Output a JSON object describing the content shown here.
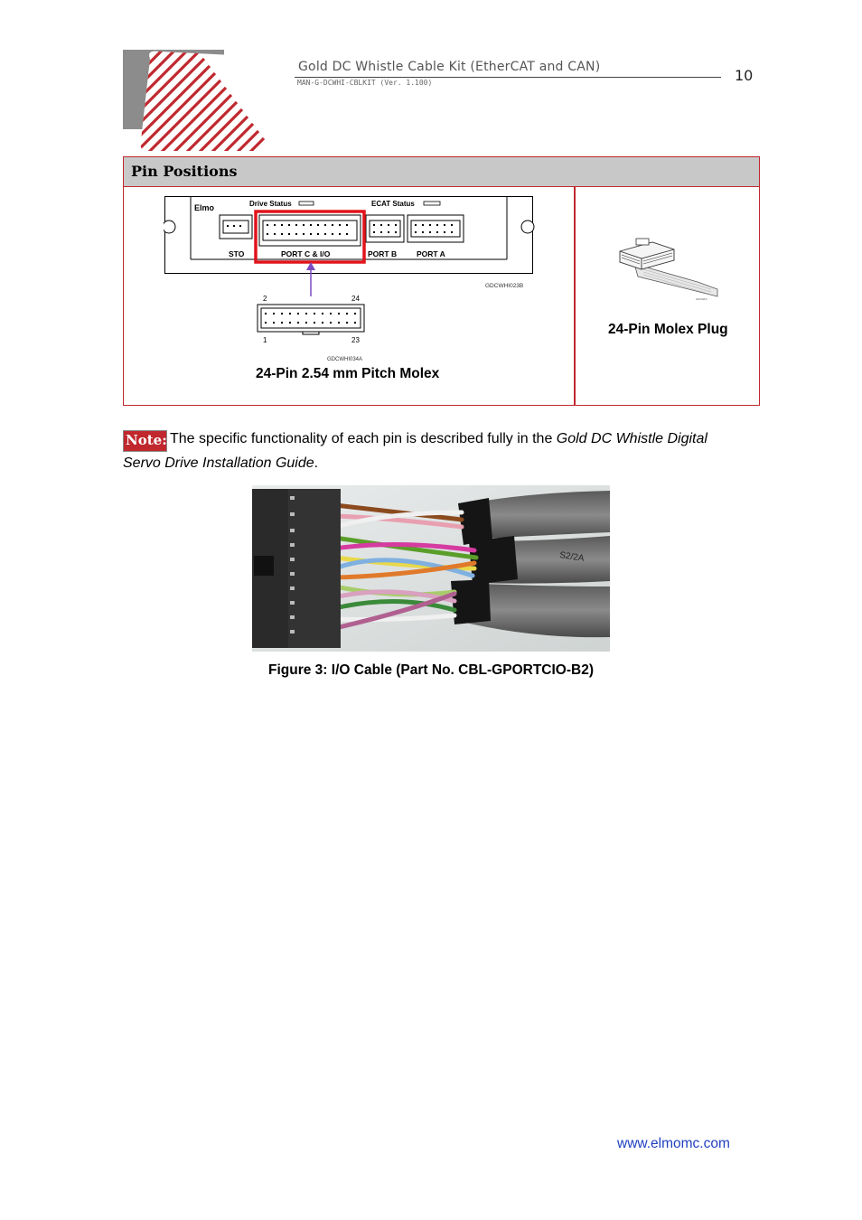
{
  "header": {
    "title": "Gold DC Whistle Cable Kit (EtherCAT and CAN)",
    "doc_code": "MAN-G-DCWHI-CBLKIT (Ver. 1.100)",
    "page_number": "10",
    "brand_colors": {
      "red": "#c0282e",
      "gray": "#8c8c8c"
    }
  },
  "pin_table": {
    "heading": "Pin Positions",
    "drive_diagram": {
      "logo_text": "Elmo",
      "drive_status_label": "Drive Status",
      "ecat_status_label": "ECAT Status",
      "port_labels": [
        "STO",
        "PORT C & I/O",
        "PORT B",
        "PORT A"
      ],
      "drawing_code": "GDCWHI023B"
    },
    "connector_diagram": {
      "pin_labels": {
        "top_left": "2",
        "top_right": "24",
        "bottom_left": "1",
        "bottom_right": "23"
      },
      "drawing_code": "GDCWHI034A",
      "caption": "24-Pin 2.54 mm Pitch Molex"
    },
    "plug": {
      "caption": "24-Pin Molex Plug"
    }
  },
  "note": {
    "label": "Note:",
    "text_before": "The specific functionality of each pin is described fully in the ",
    "italic_part1": "Gold DC Whistle Digital",
    "italic_part2": "Servo Drive Installation Guide",
    "text_after": "."
  },
  "figure": {
    "caption": "Figure 3: I/O Cable (Part No. CBL-GPORTCIO-B2)"
  },
  "footer": {
    "website": "www.elmomc.com"
  }
}
